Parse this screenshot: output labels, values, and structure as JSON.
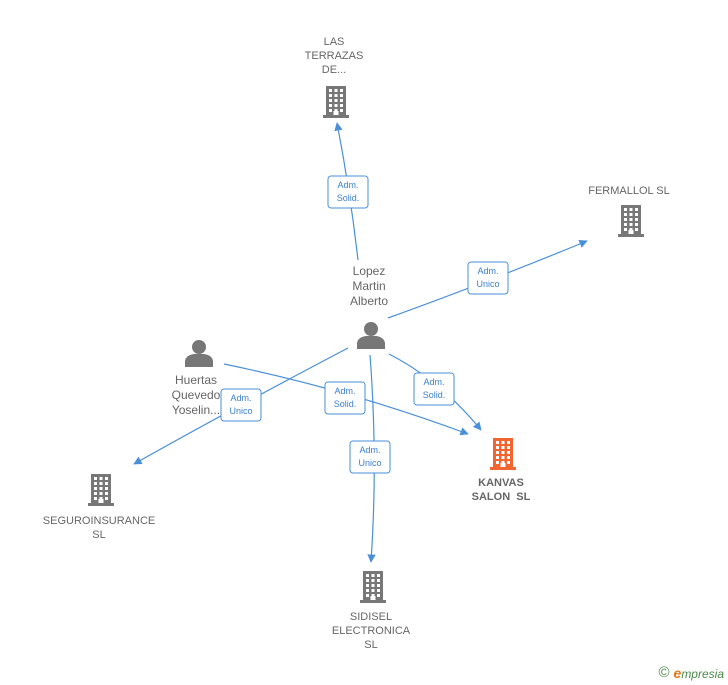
{
  "colors": {
    "edge": "#4a90d9",
    "company": "#777777",
    "focus_company": "#f26530",
    "person": "#777777"
  },
  "nodes": [
    {
      "id": "las-terrazas",
      "kind": "company",
      "label": [
        "LAS",
        "TERRAZAS",
        "DE..."
      ]
    },
    {
      "id": "fermallol",
      "kind": "company",
      "label": [
        "FERMALLOL SL"
      ]
    },
    {
      "id": "lopez-martin-alberto",
      "kind": "person",
      "label": [
        "Lopez",
        "Martin",
        "Alberto"
      ]
    },
    {
      "id": "huertas-quevedo",
      "kind": "person",
      "label": [
        "Huertas",
        "Quevedo",
        "Yoselin..."
      ]
    },
    {
      "id": "kanvas-salon",
      "kind": "focus-company",
      "label": [
        "KANVAS",
        "SALON  SL"
      ]
    },
    {
      "id": "seguroinsurance",
      "kind": "company",
      "label": [
        "SEGUROINSURANCE",
        "SL"
      ]
    },
    {
      "id": "sidisel-electronica",
      "kind": "company",
      "label": [
        "SIDISEL",
        "ELECTRONICA",
        "SL"
      ]
    }
  ],
  "edges": [
    {
      "from": "lopez-martin-alberto",
      "to": "las-terrazas",
      "label": [
        "Adm.",
        "Solid."
      ]
    },
    {
      "from": "lopez-martin-alberto",
      "to": "fermallol",
      "label": [
        "Adm.",
        "Unico"
      ]
    },
    {
      "from": "lopez-martin-alberto",
      "to": "kanvas-salon",
      "label": [
        "Adm.",
        "Solid."
      ]
    },
    {
      "from": "lopez-martin-alberto",
      "to": "seguroinsurance",
      "label": [
        "Adm.",
        "Unico"
      ]
    },
    {
      "from": "lopez-martin-alberto",
      "to": "sidisel-electronica",
      "label": [
        "Adm.",
        "Unico"
      ]
    },
    {
      "from": "huertas-quevedo",
      "to": "kanvas-salon",
      "label": [
        "Adm.",
        "Solid."
      ]
    }
  ],
  "brand": {
    "copyright_symbol": "©",
    "first_letter": "e",
    "rest": "mpresia"
  }
}
